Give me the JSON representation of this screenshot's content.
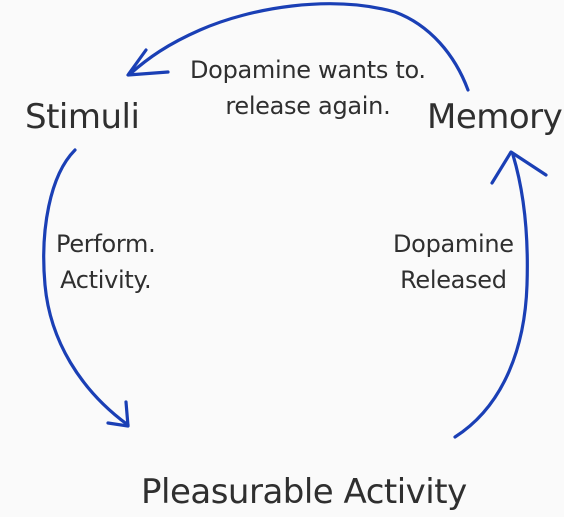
{
  "nodes": {
    "stimuli": "Stimuli",
    "memory": "Memory",
    "pleasurable_activity": "Pleasurable Activity"
  },
  "edge_labels": {
    "top": [
      "Dopamine wants to.",
      "release again."
    ],
    "left": [
      "Perform.",
      "Activity."
    ],
    "right": [
      "Dopamine",
      "Released"
    ]
  },
  "colors": {
    "arrow": "#1a3fb5",
    "text": "#2f2f2f",
    "background": "#fafafa"
  }
}
